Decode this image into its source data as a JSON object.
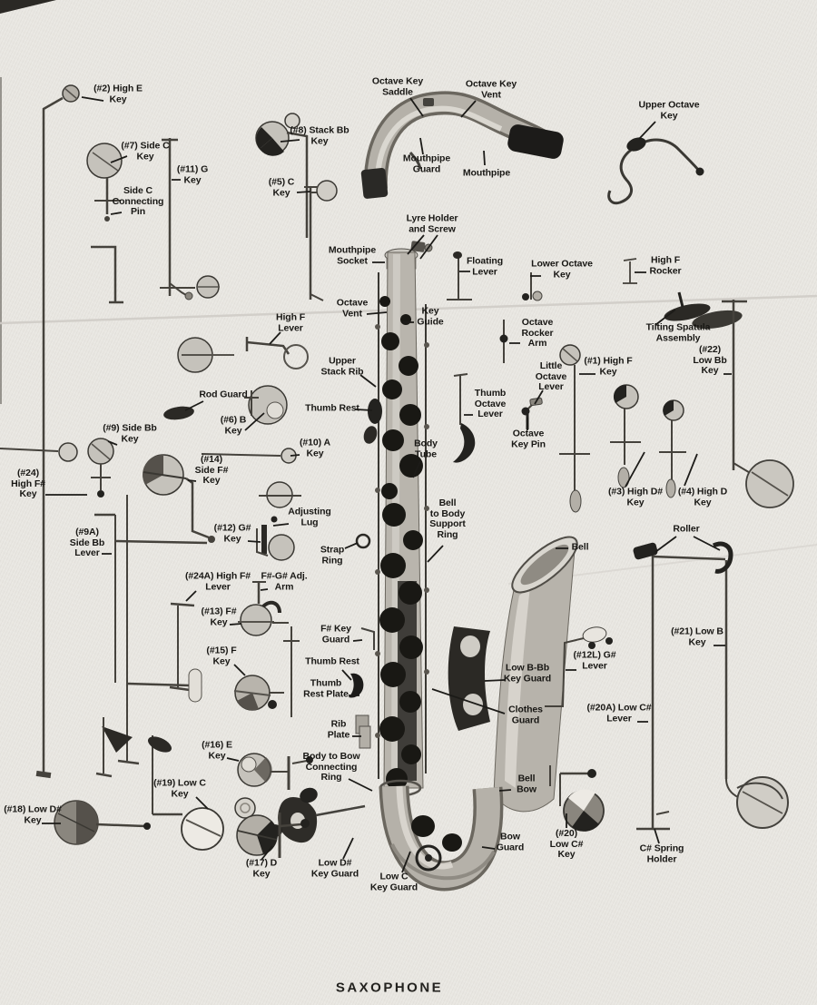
{
  "title": "SAXOPHONE",
  "labels": [
    {
      "id": "2-high-e-key",
      "text": "(#2) High E\nKey"
    },
    {
      "id": "7-side-c-key",
      "text": "(#7) Side C\nKey"
    },
    {
      "id": "side-c-connecting-pin",
      "text": "Side C\nConnecting\nPin"
    },
    {
      "id": "11-g-key",
      "text": "(#11) G\nKey"
    },
    {
      "id": "8-stack-bb-key",
      "text": "(#8) Stack Bb\nKey"
    },
    {
      "id": "5-c-key",
      "text": "(#5) C\nKey"
    },
    {
      "id": "octave-key-saddle",
      "text": "Octave Key\nSaddle"
    },
    {
      "id": "octave-key-vent",
      "text": "Octave Key\nVent"
    },
    {
      "id": "mouthpipe-guard",
      "text": "Mouthpipe\nGuard"
    },
    {
      "id": "mouthpipe",
      "text": "Mouthpipe"
    },
    {
      "id": "upper-octave-key",
      "text": "Upper Octave\nKey"
    },
    {
      "id": "lyre-holder-and-screw",
      "text": "Lyre Holder\nand Screw"
    },
    {
      "id": "mouthpipe-socket",
      "text": "Mouthpipe\nSocket"
    },
    {
      "id": "floating-lever",
      "text": "Floating\nLever"
    },
    {
      "id": "lower-octave-key",
      "text": "Lower Octave\nKey"
    },
    {
      "id": "high-f-rocker",
      "text": "High F\nRocker"
    },
    {
      "id": "octave-vent",
      "text": "Octave\nVent"
    },
    {
      "id": "key-guide",
      "text": "Key\nGuide"
    },
    {
      "id": "high-f-lever",
      "text": "High F\nLever"
    },
    {
      "id": "tilting-spatula-assembly",
      "text": "Tilting Spatula\nAssembly"
    },
    {
      "id": "octave-rocker-arm",
      "text": "Octave\nRocker\nArm"
    },
    {
      "id": "22-low-bb-key",
      "text": "(#22)\nLow Bb\nKey"
    },
    {
      "id": "upper-stack-rib",
      "text": "Upper\nStack Rib"
    },
    {
      "id": "little-octave-lever",
      "text": "Little\nOctave\nLever"
    },
    {
      "id": "1-high-f-key",
      "text": "(#1) High F\nKey"
    },
    {
      "id": "thumb-rest",
      "text": "Thumb Rest"
    },
    {
      "id": "thumb-octave-lever",
      "text": "Thumb\nOctave\nLever"
    },
    {
      "id": "octave-key-pin",
      "text": "Octave\nKey Pin"
    },
    {
      "id": "rod-guard",
      "text": "Rod Guard"
    },
    {
      "id": "6-b-key",
      "text": "(#6) B\nKey"
    },
    {
      "id": "9-side-bb-key",
      "text": "(#9) Side Bb\nKey"
    },
    {
      "id": "10-a-key",
      "text": "(#10) A\nKey"
    },
    {
      "id": "body-tube",
      "text": "Body\nTube"
    },
    {
      "id": "14-side-f-sharp-key",
      "text": "(#14)\nSide F#\nKey"
    },
    {
      "id": "24-high-f-sharp-key",
      "text": "(#24)\nHigh F#\nKey"
    },
    {
      "id": "3-high-d-sharp-key",
      "text": "(#3) High D#\nKey"
    },
    {
      "id": "4-high-d-key",
      "text": "(#4) High D\nKey"
    },
    {
      "id": "bell-to-body-support-ring",
      "text": "Bell\nto Body\nSupport\nRing"
    },
    {
      "id": "adjusting-lug",
      "text": "Adjusting\nLug"
    },
    {
      "id": "12-g-sharp-key",
      "text": "(#12) G#\nKey"
    },
    {
      "id": "9a-side-bb-lever",
      "text": "(#9A)\nSide Bb\nLever"
    },
    {
      "id": "bell",
      "text": "Bell"
    },
    {
      "id": "strap-ring",
      "text": "Strap\nRing"
    },
    {
      "id": "roller",
      "text": "Roller"
    },
    {
      "id": "24a-high-f-sharp-lever",
      "text": "(#24A) High F#\nLever"
    },
    {
      "id": "f-sharp-g-sharp-adj-arm",
      "text": "F#-G# Adj.\nArm"
    },
    {
      "id": "13-f-sharp-key",
      "text": "(#13) F#\nKey"
    },
    {
      "id": "21-low-b-key",
      "text": "(#21) Low B\nKey"
    },
    {
      "id": "15-f-key",
      "text": "(#15) F\nKey"
    },
    {
      "id": "f-sharp-key-guard",
      "text": "F# Key\nGuard"
    },
    {
      "id": "thumb-rest-2",
      "text": "Thumb Rest"
    },
    {
      "id": "12l-g-sharp-lever",
      "text": "(#12L) G#\nLever"
    },
    {
      "id": "thumb-rest-plate",
      "text": "Thumb\nRest Plate"
    },
    {
      "id": "low-b-bb-key-guard",
      "text": "Low B-Bb\nKey Guard"
    },
    {
      "id": "clothes-guard",
      "text": "Clothes\nGuard"
    },
    {
      "id": "20a-low-c-sharp-lever",
      "text": "(#20A) Low C#\nLever"
    },
    {
      "id": "rib-plate",
      "text": "Rib\nPlate"
    },
    {
      "id": "16-e-key",
      "text": "(#16) E\nKey"
    },
    {
      "id": "body-to-bow-connecting-ring",
      "text": "Body to Bow\nConnecting\nRing"
    },
    {
      "id": "bell-bow",
      "text": "Bell\nBow"
    },
    {
      "id": "19-low-c-key",
      "text": "(#19) Low C\nKey"
    },
    {
      "id": "18-low-d-sharp-key",
      "text": "(#18) Low D#\nKey"
    },
    {
      "id": "17-d-key",
      "text": "(#17) D\nKey"
    },
    {
      "id": "20-low-c-sharp-key",
      "text": "(#20)\nLow C#\nKey"
    },
    {
      "id": "c-sharp-spring-holder",
      "text": "C# Spring\nHolder"
    },
    {
      "id": "bow-guard",
      "text": "Bow\nGuard"
    },
    {
      "id": "low-d-sharp-key-guard",
      "text": "Low D#\nKey Guard"
    },
    {
      "id": "low-c-key-guard",
      "text": "Low C\nKey Guard"
    }
  ]
}
